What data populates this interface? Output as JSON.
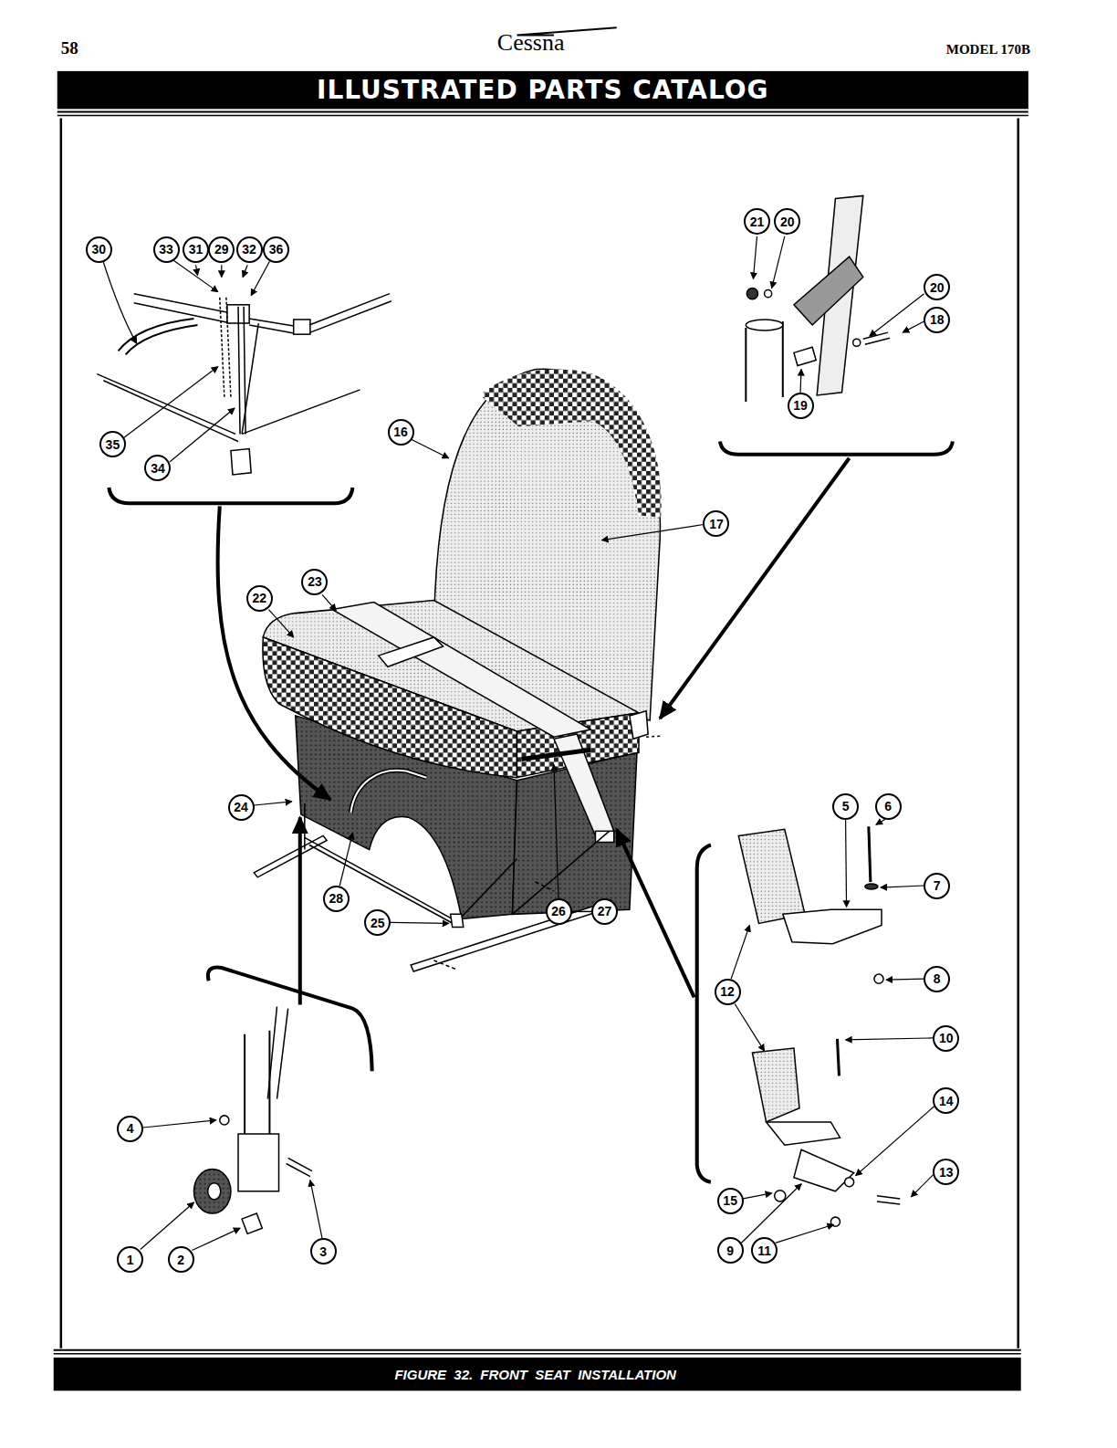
{
  "diagram": {
    "title": "ILLUSTRATED PARTS CATALOG",
    "caption": "FIGURE 32. FRONT SEAT INSTALLATION",
    "nodes": [
      {
        "text": [
          "30"
        ]
      },
      {
        "text": [
          "33"
        ]
      },
      {
        "text": [
          "31"
        ]
      },
      {
        "text": [
          "29"
        ]
      },
      {
        "text": [
          "32"
        ]
      },
      {
        "text": [
          "36"
        ]
      },
      {
        "text": [
          "21"
        ]
      },
      {
        "text": [
          "20"
        ]
      },
      {
        "text": [
          "20"
        ]
      },
      {
        "text": [
          "18"
        ]
      },
      {
        "text": [
          "19"
        ]
      },
      {
        "text": [
          "35"
        ]
      },
      {
        "text": [
          "34"
        ]
      },
      {
        "text": [
          "16"
        ]
      },
      {
        "text": [
          "17"
        ]
      },
      {
        "text": [
          "23"
        ]
      },
      {
        "text": [
          "22"
        ]
      },
      {
        "text": [
          "24"
        ]
      },
      {
        "text": [
          "5"
        ]
      },
      {
        "text": [
          "6"
        ]
      },
      {
        "text": [
          "7"
        ]
      },
      {
        "text": [
          "8"
        ]
      },
      {
        "text": [
          "28"
        ]
      },
      {
        "text": [
          "25"
        ]
      },
      {
        "text": [
          "26"
        ]
      },
      {
        "text": [
          "27"
        ]
      },
      {
        "text": [
          "12"
        ]
      },
      {
        "text": [
          "10"
        ]
      },
      {
        "text": [
          "14"
        ]
      },
      {
        "text": [
          "13"
        ]
      },
      {
        "text": [
          "15"
        ]
      },
      {
        "text": [
          "4"
        ]
      },
      {
        "text": [
          "3"
        ]
      },
      {
        "text": [
          "1"
        ]
      },
      {
        "text": [
          "2"
        ]
      },
      {
        "text": [
          "9"
        ]
      },
      {
        "text": [
          "11"
        ]
      }
    ],
    "edges": [
      {
        "from": 24,
        "to": 25,
        "arrow": "none"
      }
    ],
    "labels": [
      "58",
      "Cessna",
      "MODEL 170B"
    ]
  }
}
